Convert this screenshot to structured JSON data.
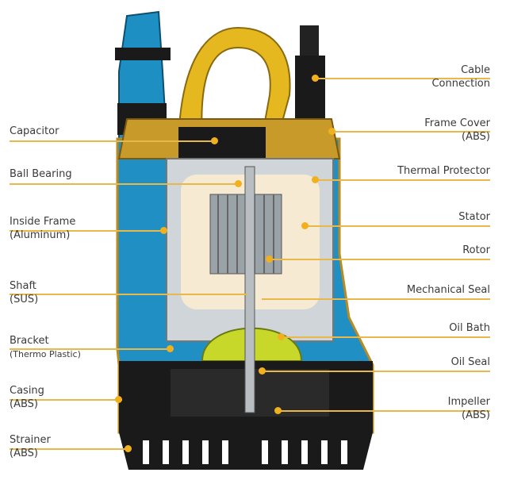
{
  "title": "Submersible pump cutaway",
  "colors": {
    "leader": "#e8b84a",
    "body": "#1f8fc4",
    "frame_cover": "#c89a2a",
    "casing": "#1a1a1a"
  },
  "left_labels": [
    {
      "name": "Capacitor",
      "sub": ""
    },
    {
      "name": "Ball Bearing",
      "sub": ""
    },
    {
      "name": "Inside Frame",
      "sub": "(Aluminum)"
    },
    {
      "name": "Shaft",
      "sub": "(SUS)"
    },
    {
      "name": "Bracket",
      "sub": "(Thermo Plastic)"
    },
    {
      "name": "Casing",
      "sub": "(ABS)"
    },
    {
      "name": "Strainer",
      "sub": "(ABS)"
    }
  ],
  "right_labels": [
    {
      "name": "Cable",
      "sub": "Connection"
    },
    {
      "name": "Frame Cover",
      "sub": "(ABS)"
    },
    {
      "name": "Thermal Protector",
      "sub": ""
    },
    {
      "name": "Stator",
      "sub": ""
    },
    {
      "name": "Rotor",
      "sub": ""
    },
    {
      "name": "Mechanical Seal",
      "sub": ""
    },
    {
      "name": "Oil Bath",
      "sub": ""
    },
    {
      "name": "Oil Seal",
      "sub": ""
    },
    {
      "name": "Impeller",
      "sub": "(ABS)"
    }
  ]
}
